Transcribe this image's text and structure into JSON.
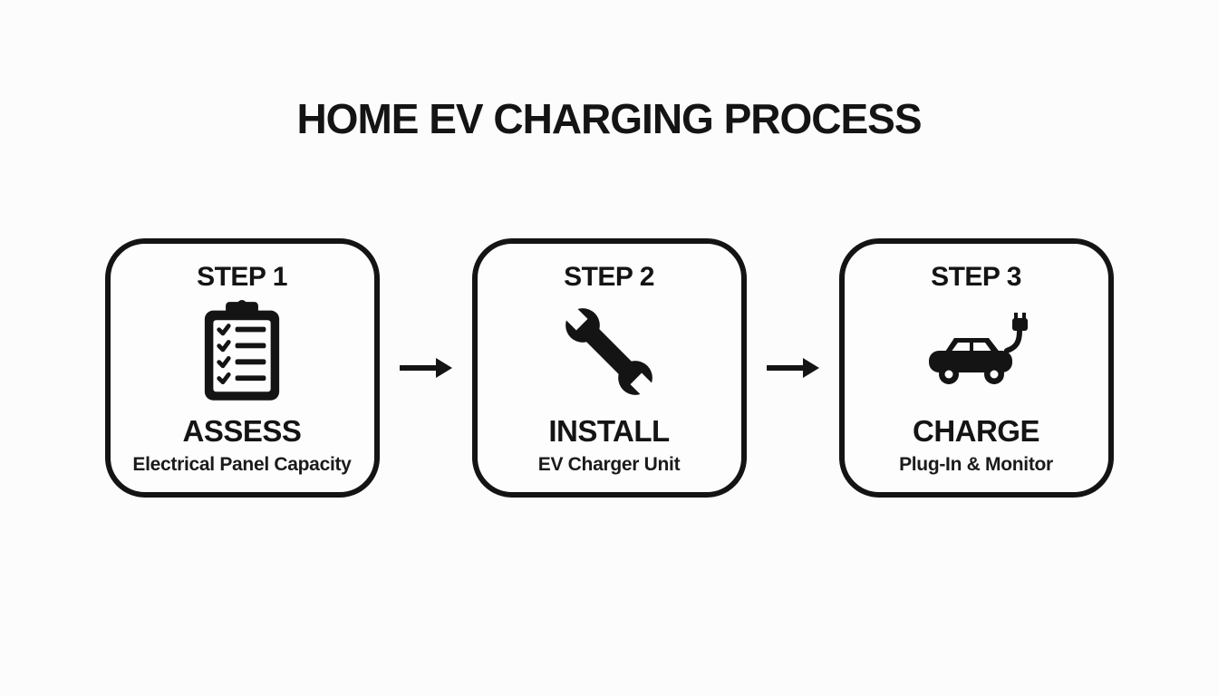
{
  "title": "HOME EV CHARGING PROCESS",
  "steps": [
    {
      "step": "STEP 1",
      "label": "ASSESS",
      "description": "Electrical Panel Capacity",
      "icon": "checklist-clipboard-icon"
    },
    {
      "step": "STEP 2",
      "label": "INSTALL",
      "description": "EV Charger Unit",
      "icon": "wrench-icon"
    },
    {
      "step": "STEP 3",
      "label": "CHARGE",
      "description": "Plug-In & Monitor",
      "icon": "ev-car-plug-icon"
    }
  ],
  "colors": {
    "ink": "#141414",
    "background": "#fcfcfc"
  }
}
